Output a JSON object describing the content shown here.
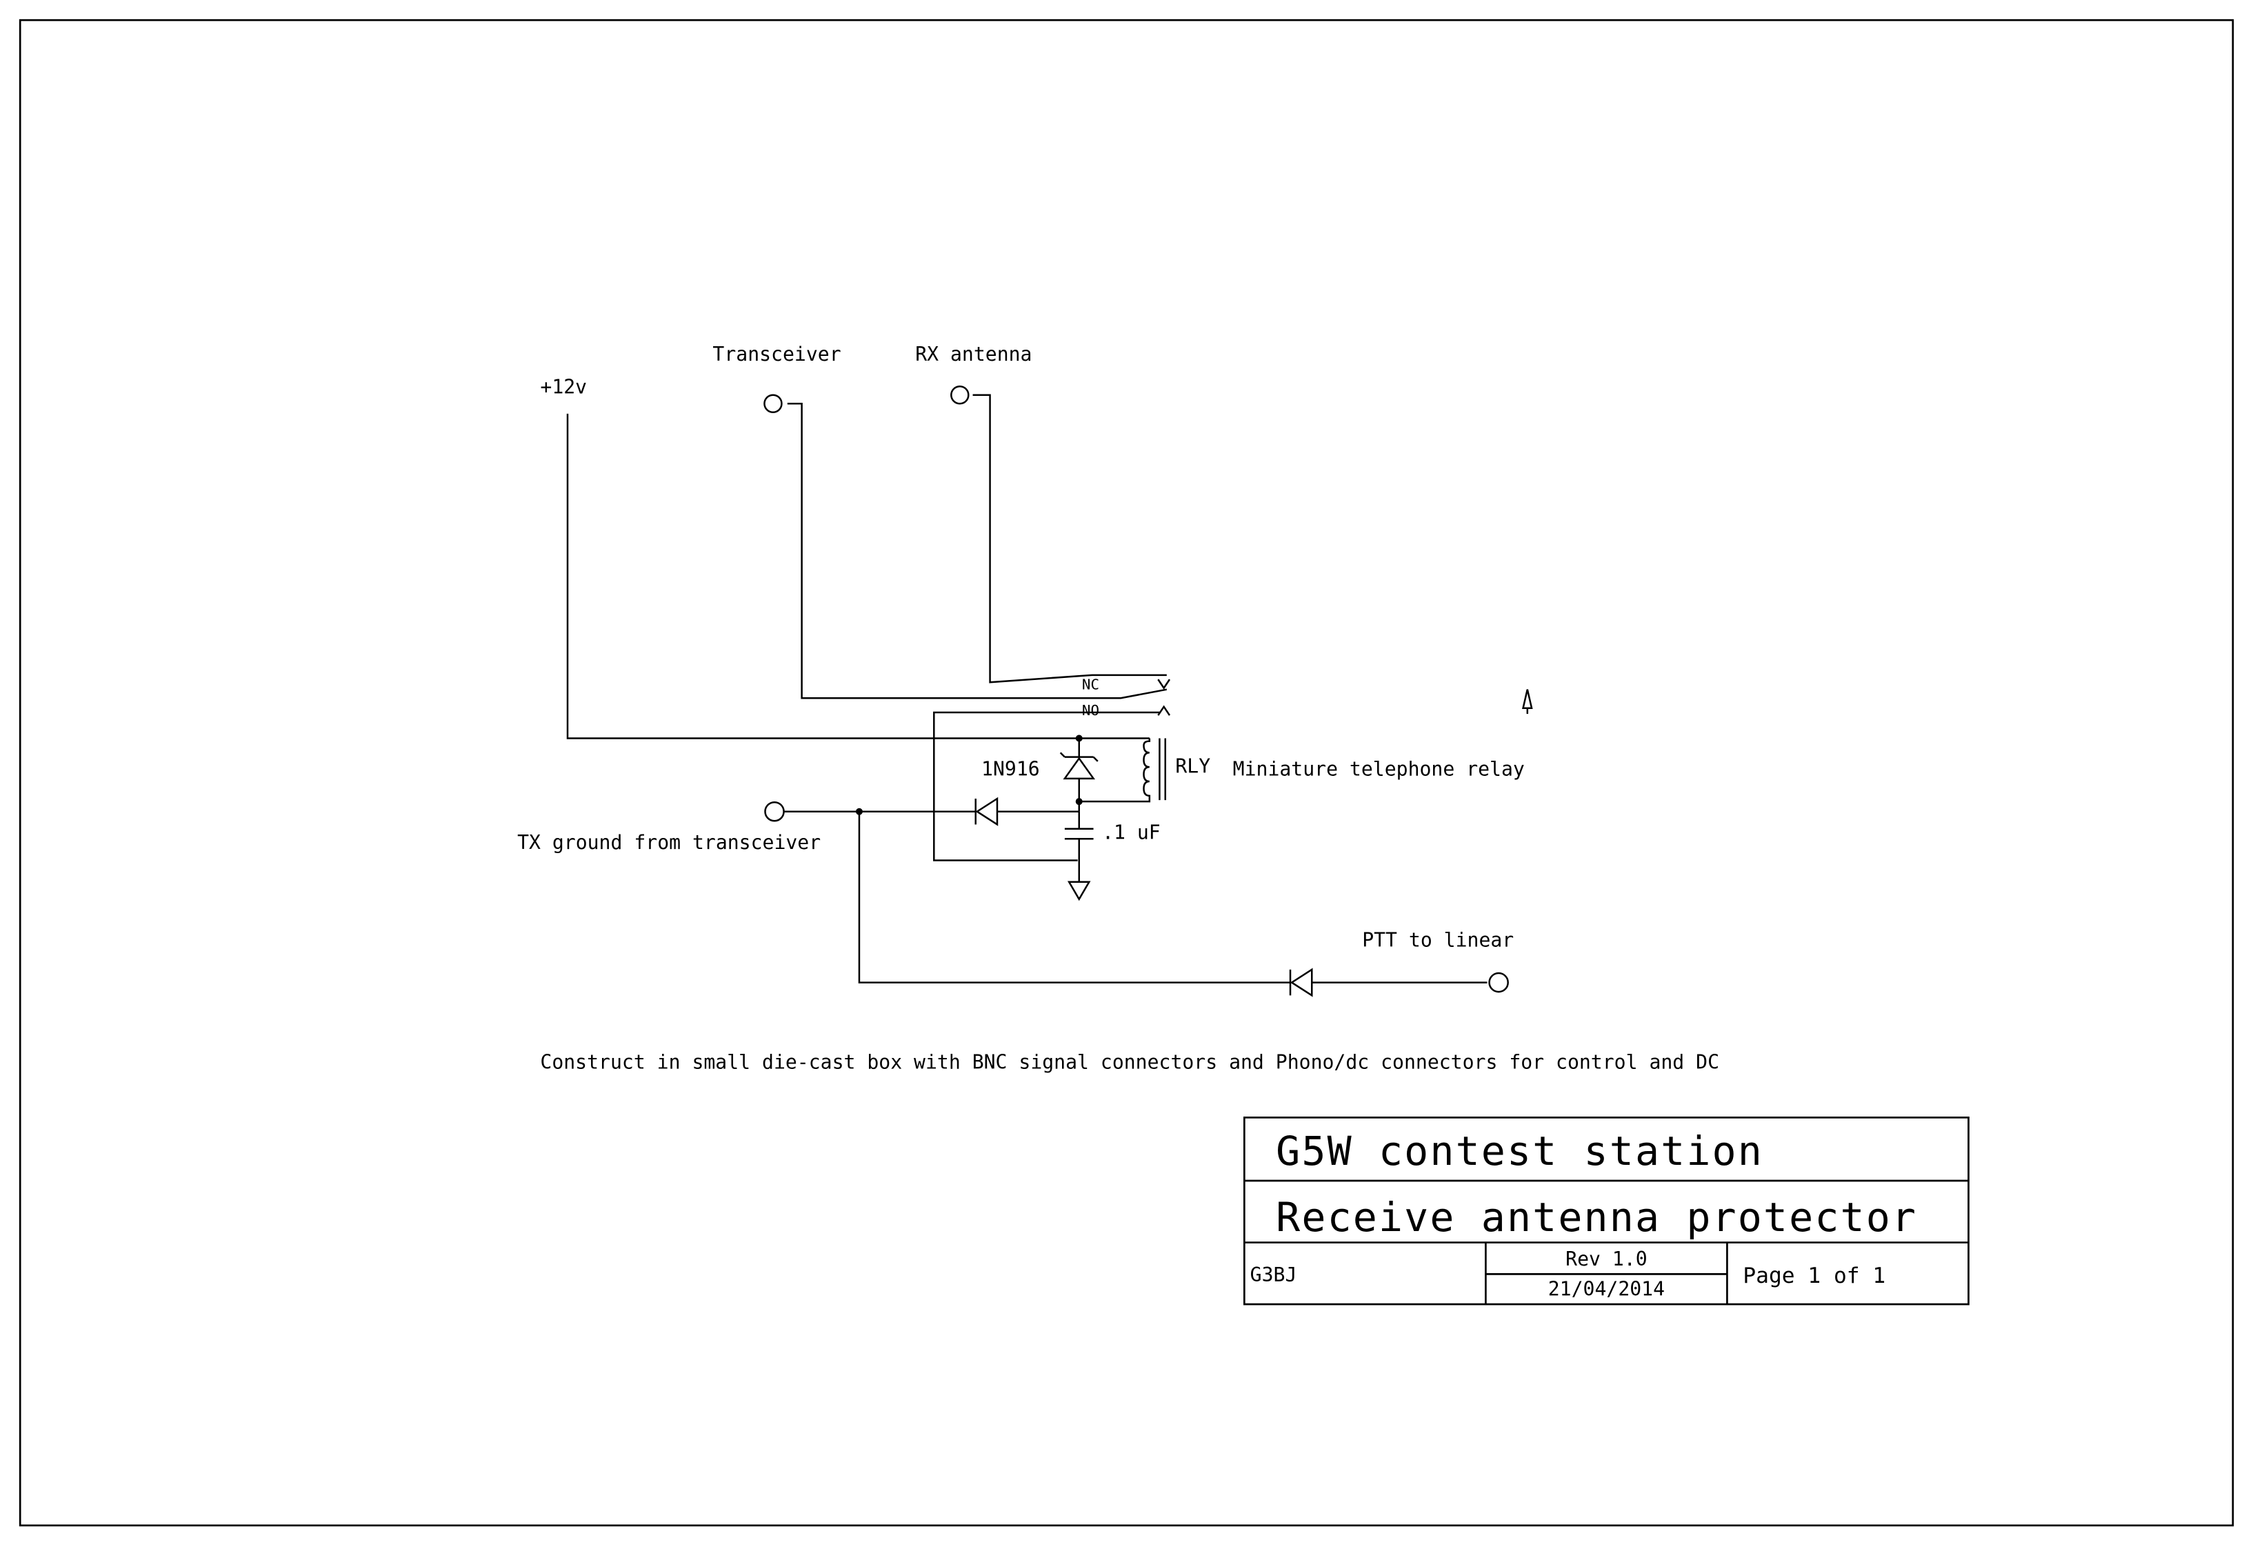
{
  "labels": {
    "supply": "+12v",
    "transceiver": "Transceiver",
    "rx_antenna": "RX antenna",
    "contact_nc": "NC",
    "contact_no": "NO",
    "diode_part": "1N916",
    "relay_ref": "RLY",
    "relay_desc": "Miniature telephone relay",
    "capacitor": ".1 uF",
    "tx_ground": "TX ground from transceiver",
    "ptt": "PTT to linear"
  },
  "note": "Construct in small die-cast box with BNC signal connectors and Phono/dc connectors for control and DC",
  "title_block": {
    "station": "G5W contest station",
    "title": "Receive antenna protector",
    "author": "G3BJ",
    "revision": "Rev 1.0",
    "date": "21/04/2014",
    "page": "Page 1 of 1"
  }
}
